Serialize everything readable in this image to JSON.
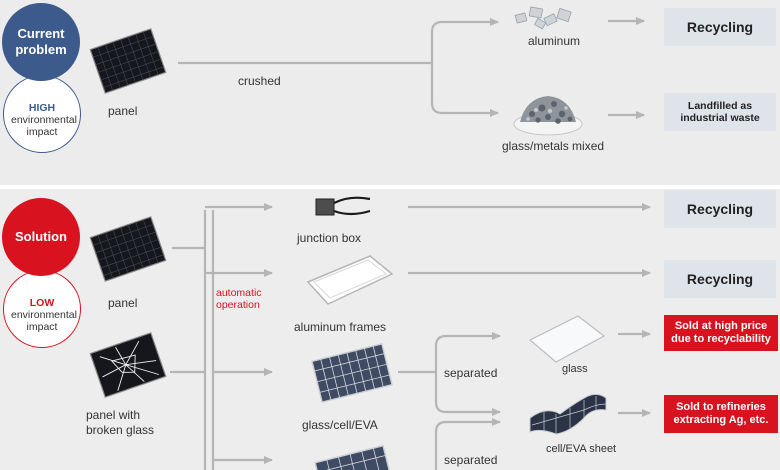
{
  "current": {
    "circle_label": "Current problem",
    "impact_level": "HIGH",
    "impact_text": "environmental impact",
    "panel_label": "panel",
    "process_label": "crushed",
    "output1_label": "aluminum",
    "output2_label": "glass/metals mixed",
    "result1": "Recycling",
    "result2": "Landfilled as industrial waste"
  },
  "solution": {
    "circle_label": "Solution",
    "impact_level": "LOW",
    "impact_text": "environmental impact",
    "panel_label": "panel",
    "broken_panel_label": "panel with broken glass",
    "automatic_label": "automatic operation",
    "junction_box_label": "junction box",
    "aluminum_frames_label": "aluminum frames",
    "glass_cell_label": "glass/cell/EVA",
    "separated_label_1": "separated",
    "separated_label_2": "separated",
    "glass_label": "glass",
    "cell_sheet_label": "cell/EVA sheet",
    "result_junction": "Recycling",
    "result_frames": "Recycling",
    "result_glass": "Sold at high price due to recyclability",
    "result_cell": "Sold to refineries extracting Ag, etc."
  },
  "colors": {
    "current": "#3d5a8c",
    "solution": "#d9121f",
    "arrow": "#b5b5b5",
    "grey_box": "#dfe3ea"
  },
  "icons": {
    "panel": "solar-panel-icon",
    "broken_panel": "broken-solar-panel-icon",
    "junction_box": "junction-box-icon",
    "aluminum_frames": "aluminum-frame-icon",
    "aluminum_scrap": "aluminum-scrap-icon",
    "mixed_pile": "mixed-glass-pile-icon",
    "glass_sheet": "glass-sheet-icon",
    "cell_sheet": "cell-sheet-icon"
  }
}
